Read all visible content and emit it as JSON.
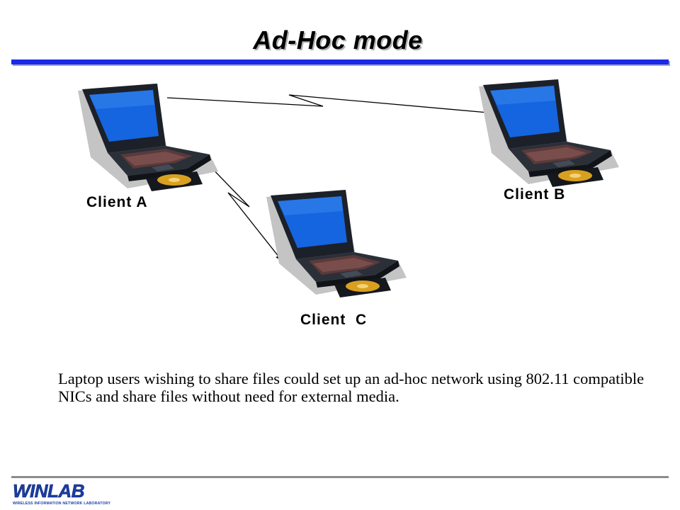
{
  "title": "Ad-Hoc mode",
  "clients": {
    "a": "Client A",
    "b": "Client B",
    "c": "Client  C"
  },
  "caption": "Laptop users wishing to share files could set up an ad-hoc network using 802.11 compatible NICs and share files without need for external media.",
  "logo": {
    "text": "WINLAB",
    "tagline": "WIRELESS INFORMATION NETWORK LABORATORY"
  },
  "colors": {
    "accent_rule": "#1a28e8",
    "logo_blue": "#1a3fa8",
    "screen_blue": "#1565e0",
    "laptop_body": "#1a1e24",
    "cd_gold": "#d9a020"
  },
  "icons": [
    "laptop-icon",
    "wireless-link-icon",
    "winlab-logo"
  ]
}
